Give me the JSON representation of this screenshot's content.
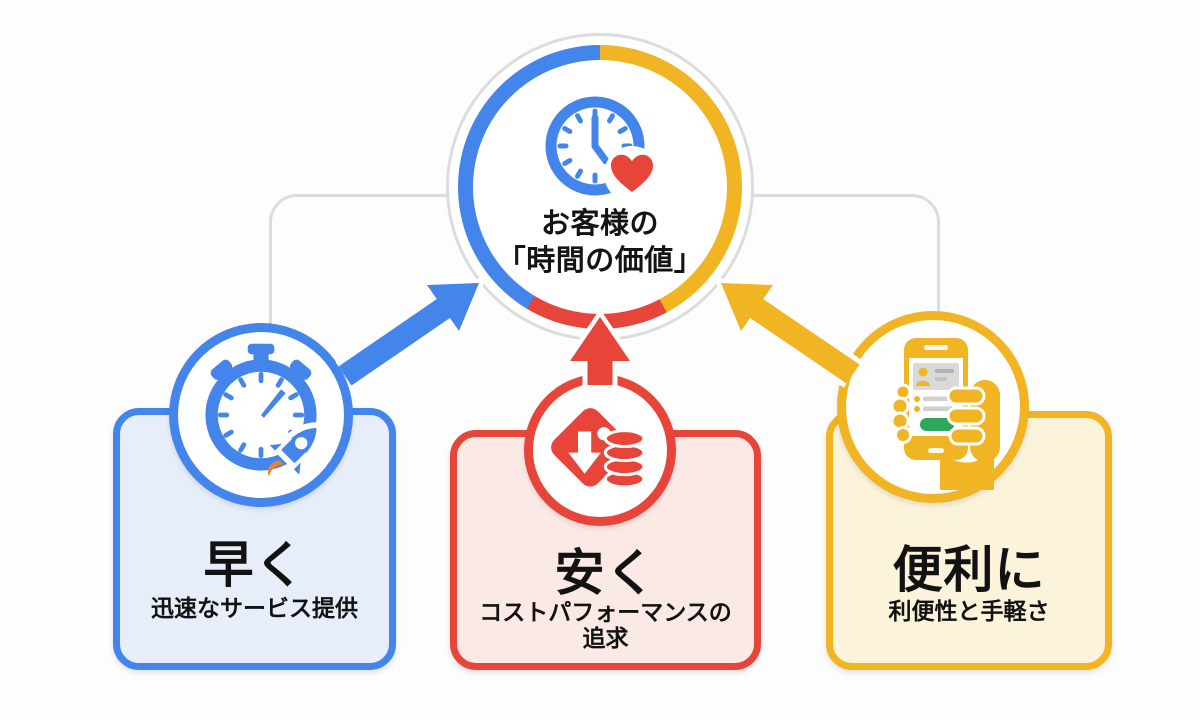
{
  "colors": {
    "blue": "#4485ec",
    "red": "#e8453a",
    "yellow": "#f1b423",
    "green": "#2fa65c",
    "blue_fill": "#e7eefa",
    "red_fill": "#fbe9e6",
    "yellow_fill": "#fcf3db",
    "gray_line": "#dcdcdc",
    "text": "#141414",
    "orange": "#f08028"
  },
  "center": {
    "line1": "お客様の",
    "line2": "「時間の価値」",
    "icon": "clock-heart-icon"
  },
  "boxes": [
    {
      "id": "fast",
      "title": "早く",
      "subtitle": "迅速なサービス提供",
      "icon": "stopwatch-rocket-icon",
      "accent": "#4485ec"
    },
    {
      "id": "cheap",
      "title": "安く",
      "subtitle_line1": "コストパフォーマンスの",
      "subtitle_line2": "追求",
      "icon": "price-tag-coins-icon",
      "accent": "#e8453a"
    },
    {
      "id": "convenient",
      "title": "便利に",
      "subtitle": "利便性と手軽さ",
      "icon": "hand-smartphone-icon",
      "accent": "#f1b423"
    }
  ],
  "arrows": [
    {
      "from": "fast",
      "to": "center",
      "color": "#4485ec"
    },
    {
      "from": "cheap",
      "to": "center",
      "color": "#e8453a"
    },
    {
      "from": "convenient",
      "to": "center",
      "color": "#f1b423"
    }
  ]
}
